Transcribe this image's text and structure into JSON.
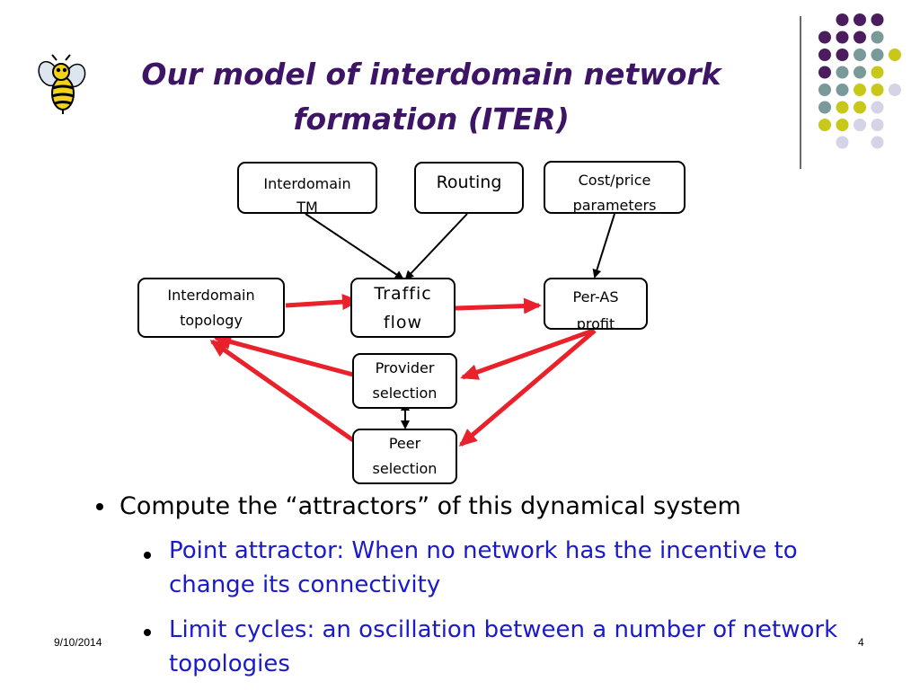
{
  "title": "Our model of interdomain network formation (ITER)",
  "nodes": {
    "interdomain_tm": "Interdomain TM",
    "routing": "Routing",
    "cost_price": "Cost/price parameters",
    "interdomain_topology": "Interdomain topology",
    "traffic_flow": "Traffic flow",
    "per_as_profit": "Per-AS profit",
    "provider_selection": "Provider selection",
    "peer_selection": "Peer selection"
  },
  "bullets": {
    "main": "Compute the “attractors” of this dynamical system",
    "sub1": " Point attractor: When no network has the incentive to change its connectivity",
    "sub2": "Limit cycles: an oscillation between a number of network topologies"
  },
  "footer": {
    "date": "9/10/2014",
    "page": "4"
  },
  "colors": {
    "title": "#3d1466",
    "bullet_sub": "#1a1acc",
    "arrow_red": "#e8212a",
    "dot_purple": "#4b1d5e",
    "dot_teal": "#7a9a9a",
    "dot_yellow": "#c8c81a",
    "dot_lavender": "#d4d4e6"
  },
  "icons": {
    "mascot": "yellow-jacket-bee-icon"
  }
}
